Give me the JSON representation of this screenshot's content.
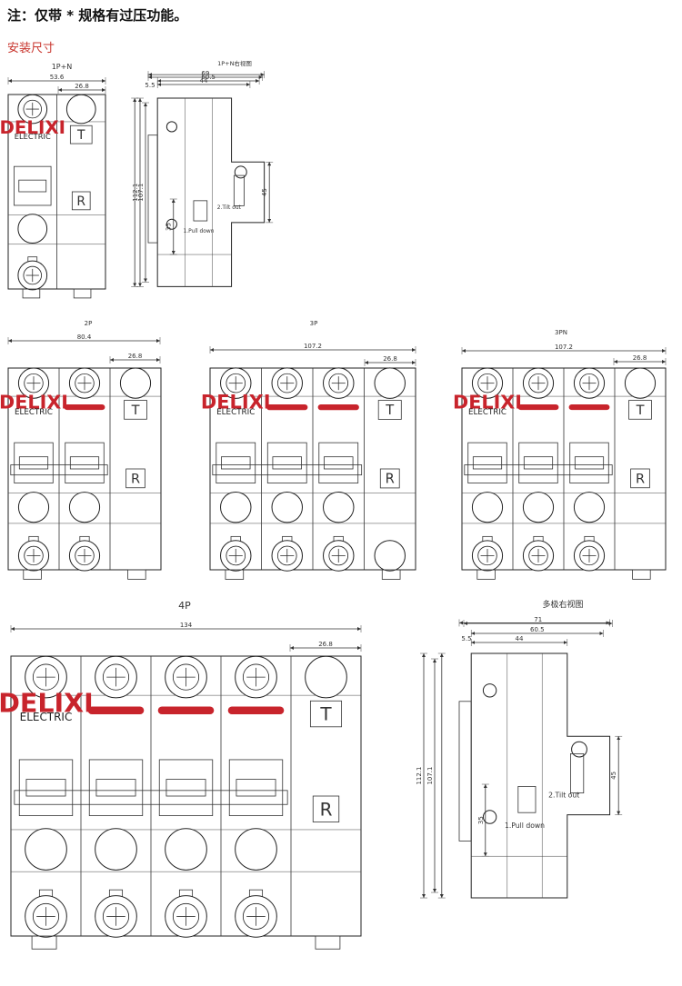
{
  "note": "注：仅带 * 规格有过压功能。",
  "subtitle": "安装尺寸",
  "brand": {
    "name": "DELIXI",
    "sub": "ELECTRIC",
    "red": "#c8242c"
  },
  "button_labels": {
    "test": "T",
    "reset": "R"
  },
  "side_labels": {
    "tilt": "2.Tilt out",
    "pull": "1.Pull down"
  },
  "views": {
    "v1pn": {
      "title": "1P+N",
      "dims": [
        "53.6",
        "26.8"
      ]
    },
    "side_small": {
      "title": "1P+N右视图",
      "dims": [
        "69",
        "60.5",
        "44",
        "5.5",
        "35",
        "45",
        "112.1",
        "107.1"
      ]
    },
    "v2p": {
      "title": "2P",
      "dims": [
        "80.4",
        "26.8"
      ]
    },
    "v3p": {
      "title": "3P",
      "dims": [
        "107.2",
        "26.8"
      ]
    },
    "v3pn": {
      "title": "3PN",
      "dims": [
        "107.2",
        "26.8"
      ]
    },
    "v4p": {
      "title": "4P",
      "dims": [
        "134",
        "26.8"
      ]
    },
    "side_large": {
      "title": "多极右视图",
      "dims": [
        "71",
        "60.5",
        "44",
        "5.5",
        "35",
        "45",
        "112.1",
        "107.1"
      ]
    }
  }
}
